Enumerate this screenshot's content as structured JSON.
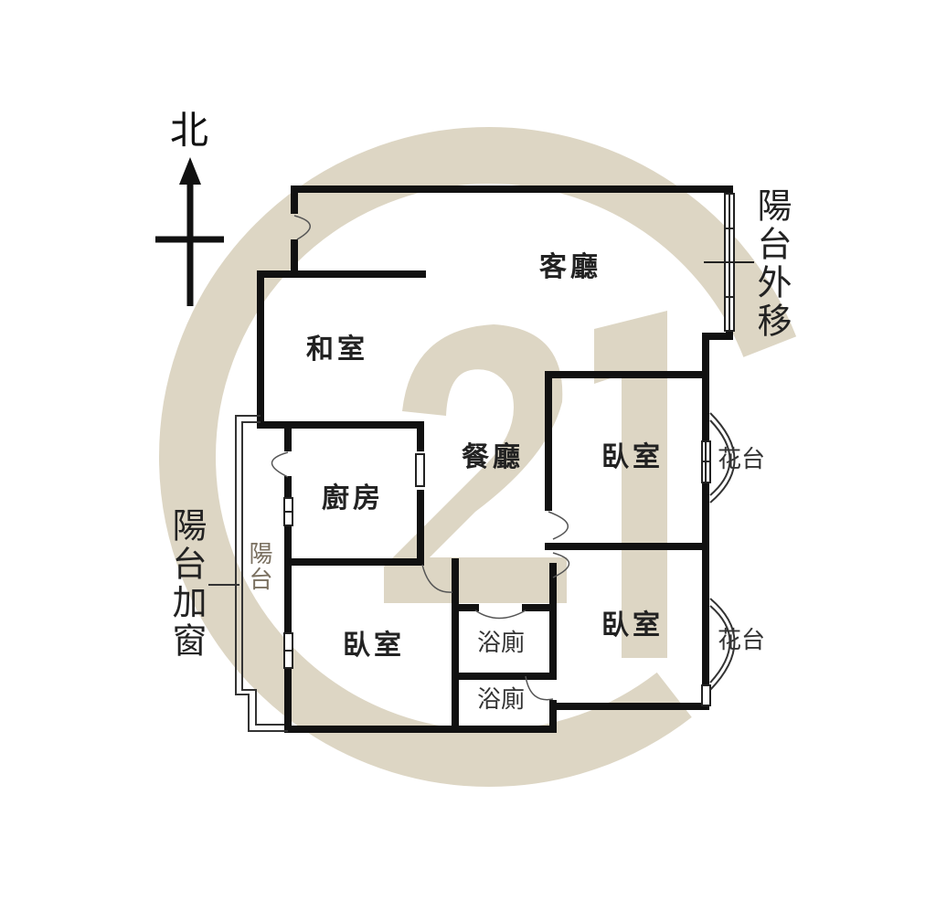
{
  "compass": {
    "north_label": "北"
  },
  "watermark": {
    "text": "C21",
    "color": "#d9d2c0"
  },
  "colors": {
    "wall": "#111111",
    "watermark": "#ddd6c4",
    "background": "#ffffff"
  },
  "rooms": {
    "living_room": "客廳",
    "japanese_room": "和室",
    "dining_room": "餐廳",
    "kitchen": "廚房",
    "bedroom_east_north": "臥室",
    "bedroom_east_south": "臥室",
    "bedroom_southwest": "臥室",
    "bathroom_1": "浴廁",
    "bathroom_2": "浴廁"
  },
  "annotations": {
    "balcony_moved_out": "陽台外移",
    "balcony_window_added": "陽台加窗",
    "balcony": "陽台",
    "planter_1": "花台",
    "planter_2": "花台"
  }
}
